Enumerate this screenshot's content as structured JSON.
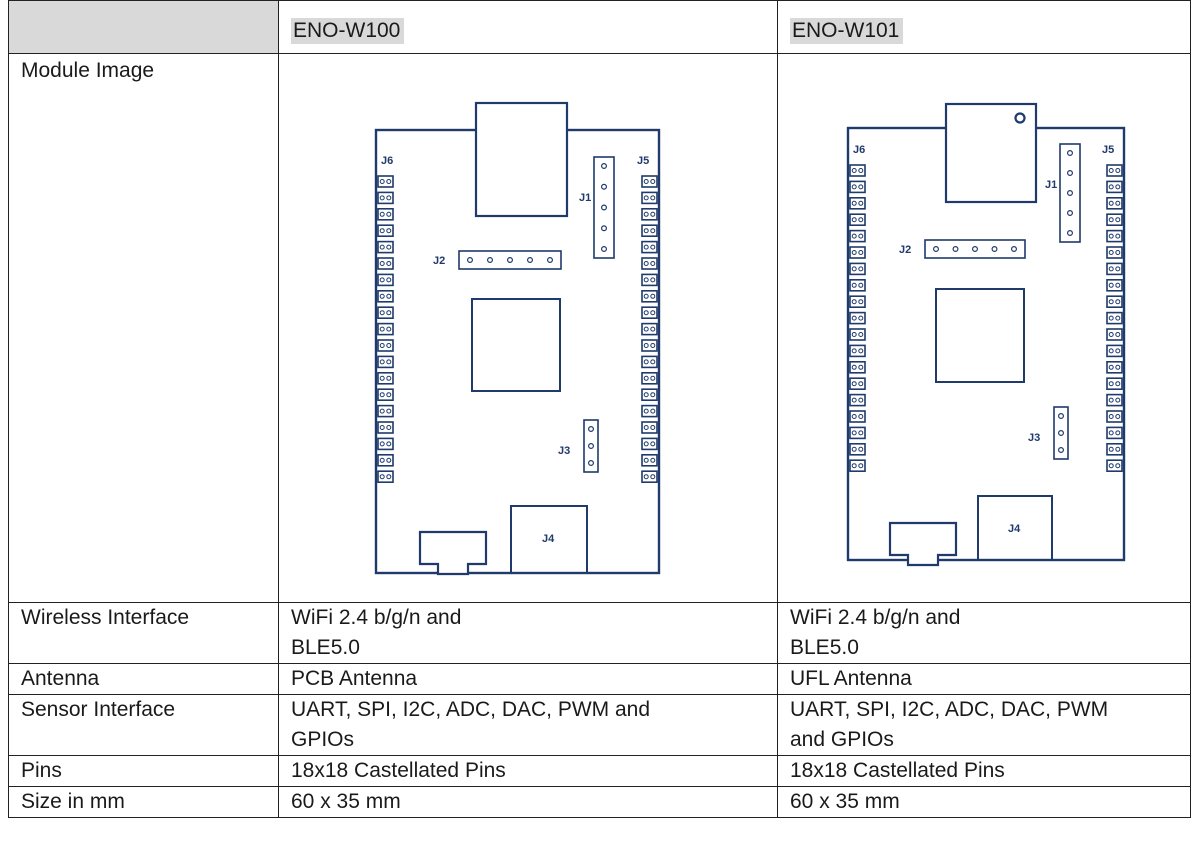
{
  "table": {
    "headers": [
      "",
      "ENO-W100",
      "ENO-W101"
    ],
    "image_row_label": "Module Image",
    "boards": [
      {
        "name": "ENO-W100",
        "labels": {
          "j1": "J1",
          "j2": "J2",
          "j3": "J3",
          "j4": "J4",
          "j5": "J5",
          "j6": "J6"
        }
      },
      {
        "name": "ENO-W101",
        "labels": {
          "j1": "J1",
          "j2": "J2",
          "j3": "J3",
          "j4": "J4",
          "j5": "J5",
          "j6": "J6"
        }
      }
    ],
    "rows": [
      {
        "label": "Wireless Interface",
        "w100": [
          "WiFi 2.4 b/g/n and",
          "BLE5.0"
        ],
        "w101": [
          "WiFi 2.4 b/g/n and",
          "BLE5.0"
        ]
      },
      {
        "label": "Antenna",
        "w100": [
          "PCB Antenna"
        ],
        "w101": [
          "UFL Antenna"
        ]
      },
      {
        "label": "Sensor Interface",
        "w100": [
          "UART, SPI, I2C, ADC, DAC, PWM and",
          "GPIOs"
        ],
        "w101": [
          "UART, SPI, I2C, ADC, DAC, PWM",
          "and GPIOs"
        ]
      },
      {
        "label": "Pins",
        "w100": [
          "18x18 Castellated Pins"
        ],
        "w101": [
          "18x18 Castellated Pins"
        ]
      },
      {
        "label": "Size in mm",
        "w100": [
          "60 x 35 mm"
        ],
        "w101": [
          "60 x 35 mm"
        ]
      }
    ]
  },
  "colors": {
    "board_outline": "#1f3a6b",
    "header_fill": "#d9d9d9",
    "border": "#222222"
  }
}
